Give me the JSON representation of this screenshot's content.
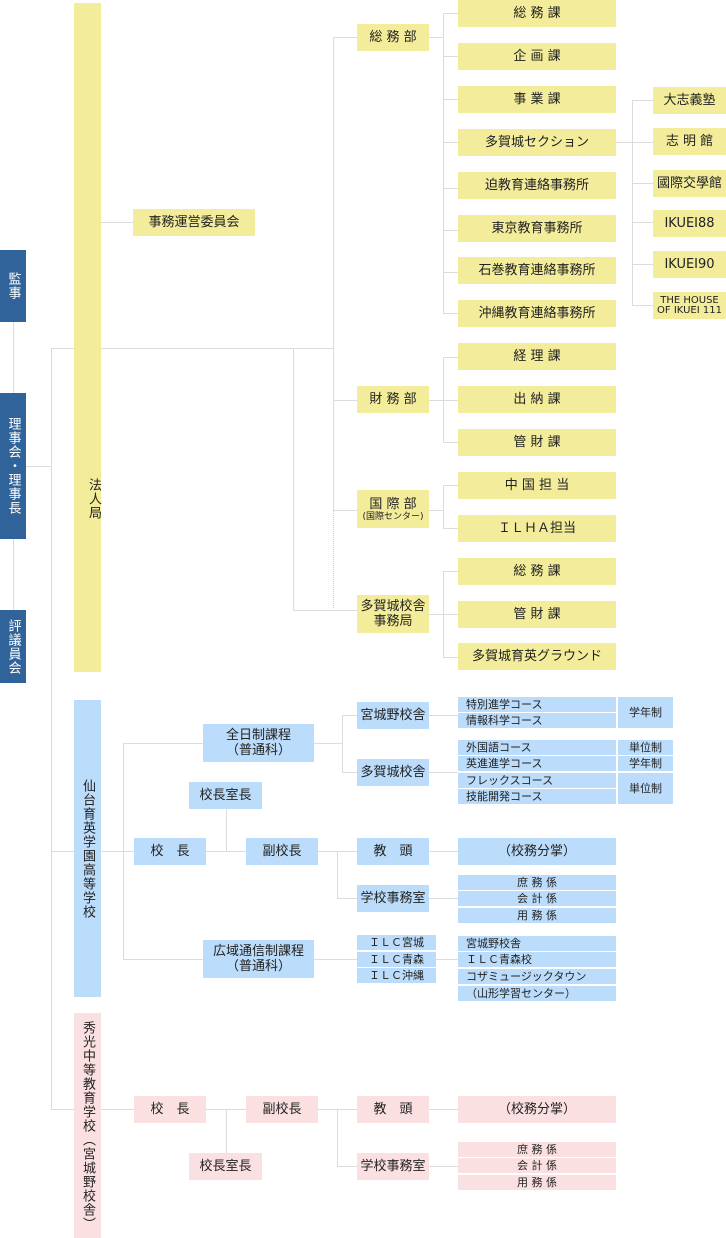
{
  "governance": {
    "auditor": "監事",
    "board": "理事会・理事長",
    "council": "評議員会"
  },
  "corporate_office": {
    "label": "法人局",
    "committee": "事務運営委員会",
    "general_affairs": {
      "label": "総 務 部",
      "sections": [
        "総 務 課",
        "企 画 課",
        "事 業 課",
        "多賀城セクション",
        "迫教育連絡事務所",
        "東京教育事務所",
        "石巻教育連絡事務所",
        "沖縄教育連絡事務所"
      ],
      "tagajo_facilities": [
        "大志義塾",
        "志 明 館",
        "國際交學館",
        "IKUEI88",
        "IKUEI90",
        "THE HOUSE\nOF IKUEI 111"
      ]
    },
    "finance": {
      "label": "財 務 部",
      "sections": [
        "経 理 課",
        "出 納 課",
        "管 財 課"
      ]
    },
    "international": {
      "label": "国 際 部",
      "sublabel": "(国際センター)",
      "sections": [
        "中 国 担 当",
        "ＩＬＨＡ担当"
      ]
    },
    "tagajo_office": {
      "label": "多賀城校舎\n事務局",
      "sections": [
        "総 務 課",
        "管 財 課",
        "多賀城育英グラウンド"
      ]
    }
  },
  "high_school": {
    "label": "仙台育英学園高等学校",
    "fulltime": {
      "label": "全日制課程\n（普通科）",
      "miyagino": {
        "label": "宮城野校舎",
        "courses": [
          "特別進学コース",
          "情報科学コース"
        ],
        "system": "学年制"
      },
      "tagajo": {
        "label": "多賀城校舎",
        "courses": [
          "外国語コース",
          "英進進学コース",
          "フレックスコース",
          "技能開発コース"
        ],
        "systems": [
          "単位制",
          "学年制",
          "単位制"
        ]
      }
    },
    "principal_office_head": "校長室長",
    "principal": "校　長",
    "vice_principal": "副校長",
    "head_teacher": "教　頭",
    "school_duties": "（校務分掌）",
    "school_office": "学校事務室",
    "office_sections": [
      "庶 務 係",
      "会 計 係",
      "用 務 係"
    ],
    "correspondence": {
      "label": "広域通信制課程\n（普通科）",
      "ilc": [
        "ＩＬＣ宮城",
        "ＩＬＣ青森",
        "ＩＬＣ沖縄"
      ],
      "campuses": [
        "宮城野校舎",
        "ＩＬＣ青森校",
        "コザミュージックタウン",
        "（山形学習センター）"
      ]
    }
  },
  "secondary_school": {
    "label": "秀光中等教育学校（宮城野校舎）",
    "principal": "校　長",
    "vice_principal": "副校長",
    "principal_office_head": "校長室長",
    "head_teacher": "教　頭",
    "school_duties": "（校務分掌）",
    "school_office": "学校事務室",
    "office_sections": [
      "庶 務 係",
      "会 計 係",
      "用 務 係"
    ]
  }
}
